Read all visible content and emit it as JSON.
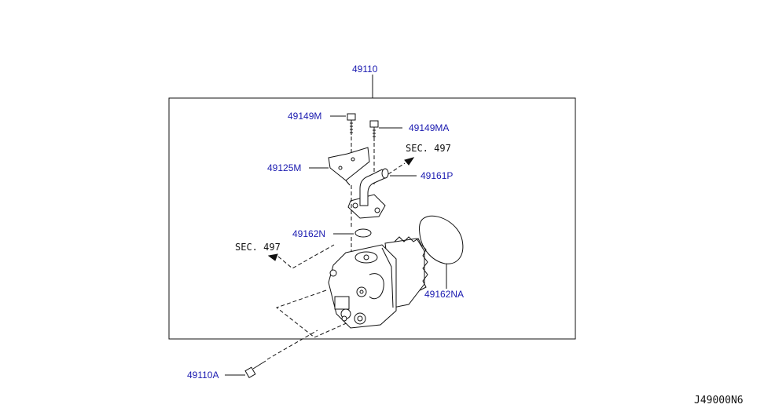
{
  "diagram": {
    "code": "J49000N6",
    "labels": {
      "assembly": "49110",
      "bolt_m": "49149M",
      "bolt_ma": "49149MA",
      "bracket": "49125M",
      "pipe": "49161P",
      "oring_small": "49162N",
      "oring_large": "49162NA",
      "mount_bolt": "49110A"
    },
    "sec_refs": [
      "SEC. 497",
      "SEC. 497"
    ]
  }
}
